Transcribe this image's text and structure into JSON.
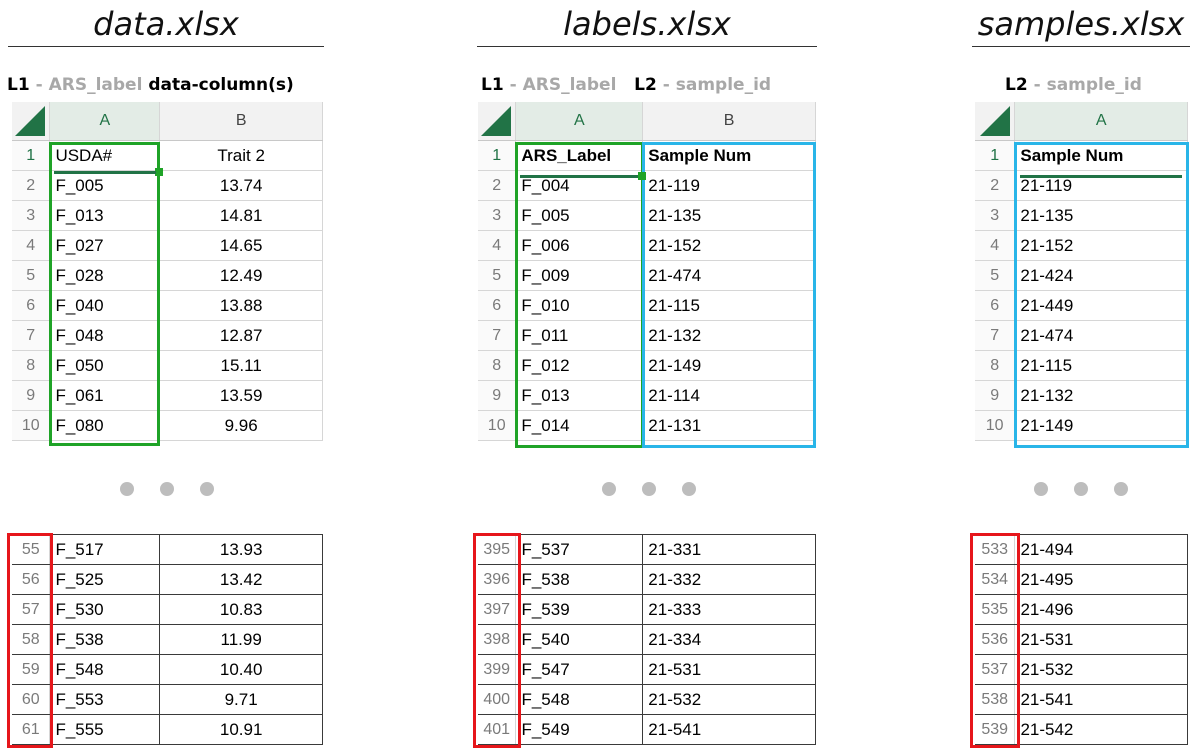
{
  "panels": [
    {
      "id": "data",
      "title": "data.xlsx",
      "header": [
        {
          "text": "L1",
          "style": "lvl"
        },
        {
          "text": " - ",
          "style": "dash"
        },
        {
          "text": "ARS_label",
          "style": "desc"
        },
        {
          "text": " data-column(s)",
          "style": "plain"
        }
      ],
      "columns": [
        "A",
        "B"
      ],
      "top_rows": [
        {
          "n": "1",
          "cells": [
            "USDA#",
            "Trait 2"
          ]
        },
        {
          "n": "2",
          "cells": [
            "F_005",
            "13.74"
          ]
        },
        {
          "n": "3",
          "cells": [
            "F_013",
            "14.81"
          ]
        },
        {
          "n": "4",
          "cells": [
            "F_027",
            "14.65"
          ]
        },
        {
          "n": "5",
          "cells": [
            "F_028",
            "12.49"
          ]
        },
        {
          "n": "6",
          "cells": [
            "F_040",
            "13.88"
          ]
        },
        {
          "n": "7",
          "cells": [
            "F_048",
            "12.87"
          ]
        },
        {
          "n": "8",
          "cells": [
            "F_050",
            "15.11"
          ]
        },
        {
          "n": "9",
          "cells": [
            "F_061",
            "13.59"
          ]
        },
        {
          "n": "10",
          "cells": [
            "F_080",
            "9.96"
          ]
        }
      ],
      "bottom_rows": [
        {
          "n": "55",
          "cells": [
            "F_517",
            "13.93"
          ]
        },
        {
          "n": "56",
          "cells": [
            "F_525",
            "13.42"
          ]
        },
        {
          "n": "57",
          "cells": [
            "F_530",
            "10.83"
          ]
        },
        {
          "n": "58",
          "cells": [
            "F_538",
            "11.99"
          ]
        },
        {
          "n": "59",
          "cells": [
            "F_548",
            "10.40"
          ]
        },
        {
          "n": "60",
          "cells": [
            "F_553",
            "9.71"
          ]
        },
        {
          "n": "61",
          "cells": [
            "F_555",
            "10.91"
          ]
        }
      ]
    },
    {
      "id": "labels",
      "title": "labels.xlsx",
      "header": [
        {
          "text": "L1",
          "style": "lvl"
        },
        {
          "text": " - ",
          "style": "dash"
        },
        {
          "text": "ARS_label",
          "style": "desc"
        },
        {
          "text": "   L2",
          "style": "lvl"
        },
        {
          "text": " - ",
          "style": "dash"
        },
        {
          "text": "sample_id",
          "style": "desc"
        }
      ],
      "columns": [
        "A",
        "B"
      ],
      "top_rows": [
        {
          "n": "1",
          "cells": [
            "ARS_Label",
            "Sample Num"
          ]
        },
        {
          "n": "2",
          "cells": [
            "F_004",
            "21-119"
          ]
        },
        {
          "n": "3",
          "cells": [
            "F_005",
            "21-135"
          ]
        },
        {
          "n": "4",
          "cells": [
            "F_006",
            "21-152"
          ]
        },
        {
          "n": "5",
          "cells": [
            "F_009",
            "21-474"
          ]
        },
        {
          "n": "6",
          "cells": [
            "F_010",
            "21-115"
          ]
        },
        {
          "n": "7",
          "cells": [
            "F_011",
            "21-132"
          ]
        },
        {
          "n": "8",
          "cells": [
            "F_012",
            "21-149"
          ]
        },
        {
          "n": "9",
          "cells": [
            "F_013",
            "21-114"
          ]
        },
        {
          "n": "10",
          "cells": [
            "F_014",
            "21-131"
          ]
        }
      ],
      "bottom_rows": [
        {
          "n": "395",
          "cells": [
            "F_537",
            "21-331"
          ]
        },
        {
          "n": "396",
          "cells": [
            "F_538",
            "21-332"
          ]
        },
        {
          "n": "397",
          "cells": [
            "F_539",
            "21-333"
          ]
        },
        {
          "n": "398",
          "cells": [
            "F_540",
            "21-334"
          ]
        },
        {
          "n": "399",
          "cells": [
            "F_547",
            "21-531"
          ]
        },
        {
          "n": "400",
          "cells": [
            "F_548",
            "21-532"
          ]
        },
        {
          "n": "401",
          "cells": [
            "F_549",
            "21-541"
          ]
        }
      ]
    },
    {
      "id": "samples",
      "title": "samples.xlsx",
      "header": [
        {
          "text": "L2",
          "style": "lvl"
        },
        {
          "text": " - ",
          "style": "dash"
        },
        {
          "text": "sample_id",
          "style": "desc"
        }
      ],
      "columns": [
        "A"
      ],
      "top_rows": [
        {
          "n": "1",
          "cells": [
            "Sample Num"
          ]
        },
        {
          "n": "2",
          "cells": [
            "21-119"
          ]
        },
        {
          "n": "3",
          "cells": [
            "21-135"
          ]
        },
        {
          "n": "4",
          "cells": [
            "21-152"
          ]
        },
        {
          "n": "5",
          "cells": [
            "21-424"
          ]
        },
        {
          "n": "6",
          "cells": [
            "21-449"
          ]
        },
        {
          "n": "7",
          "cells": [
            "21-474"
          ]
        },
        {
          "n": "8",
          "cells": [
            "21-115"
          ]
        },
        {
          "n": "9",
          "cells": [
            "21-132"
          ]
        },
        {
          "n": "10",
          "cells": [
            "21-149"
          ]
        }
      ],
      "bottom_rows": [
        {
          "n": "533",
          "cells": [
            "21-494"
          ]
        },
        {
          "n": "534",
          "cells": [
            "21-495"
          ]
        },
        {
          "n": "535",
          "cells": [
            "21-496"
          ]
        },
        {
          "n": "536",
          "cells": [
            "21-531"
          ]
        },
        {
          "n": "537",
          "cells": [
            "21-532"
          ]
        },
        {
          "n": "538",
          "cells": [
            "21-541"
          ]
        },
        {
          "n": "539",
          "cells": [
            "21-542"
          ]
        }
      ]
    }
  ],
  "colors": {
    "l1_highlight": "#1fa327",
    "l2_highlight": "#29b5e8",
    "row_count_highlight": "#e6161b",
    "excel_green": "#217346"
  }
}
